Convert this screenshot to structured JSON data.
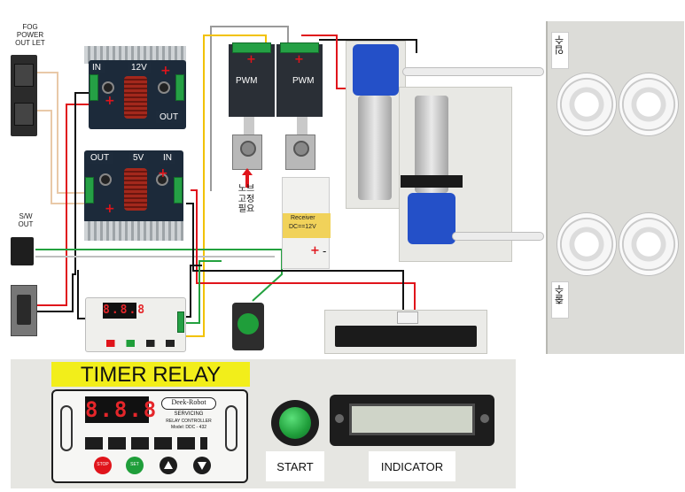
{
  "labels": {
    "fog_power_outlet": "FOG\nPOWER\nOUT LET",
    "sw_out": "S/W\nOUT",
    "conv12_in": "IN",
    "conv12_volt": "12V",
    "conv12_out": "OUT",
    "conv5_out": "OUT",
    "conv5_volt": "5V",
    "conv5_in": "IN",
    "pwm1": "PWM",
    "pwm2": "PWM",
    "knob_note": "노브\n고정\n필요",
    "receiver_name": "Receiver",
    "receiver_spec": "DC==12V",
    "water_in": "입수",
    "water_out": "출수",
    "timer_relay": "TIMER RELAY",
    "start": "START",
    "indicator": "INDICATOR",
    "relay_display": "8.8.8",
    "relay_brand": "Deek-Robot",
    "relay_model_line1": "SERVICING",
    "relay_model_line2": "RELAY CONTROLLER",
    "relay_model_line3": "Model: DDC - 432",
    "btn_stop": "STOP",
    "btn_set": "SET",
    "minus": "-"
  },
  "colors": {
    "wire_red": "#e0141b",
    "wire_black": "#111111",
    "wire_green": "#23a13f",
    "wire_yellow": "#f2c200",
    "wire_gray": "#9a9a9a",
    "wire_tan": "#e9c9a8",
    "pump_blue": "#2450c8",
    "timer_yellow": "#f2ee1a",
    "start_green": "#1f9e3a"
  },
  "icons": {
    "up": "up-triangle-icon",
    "down": "down-triangle-icon",
    "plus": "plus-sign-icon"
  }
}
